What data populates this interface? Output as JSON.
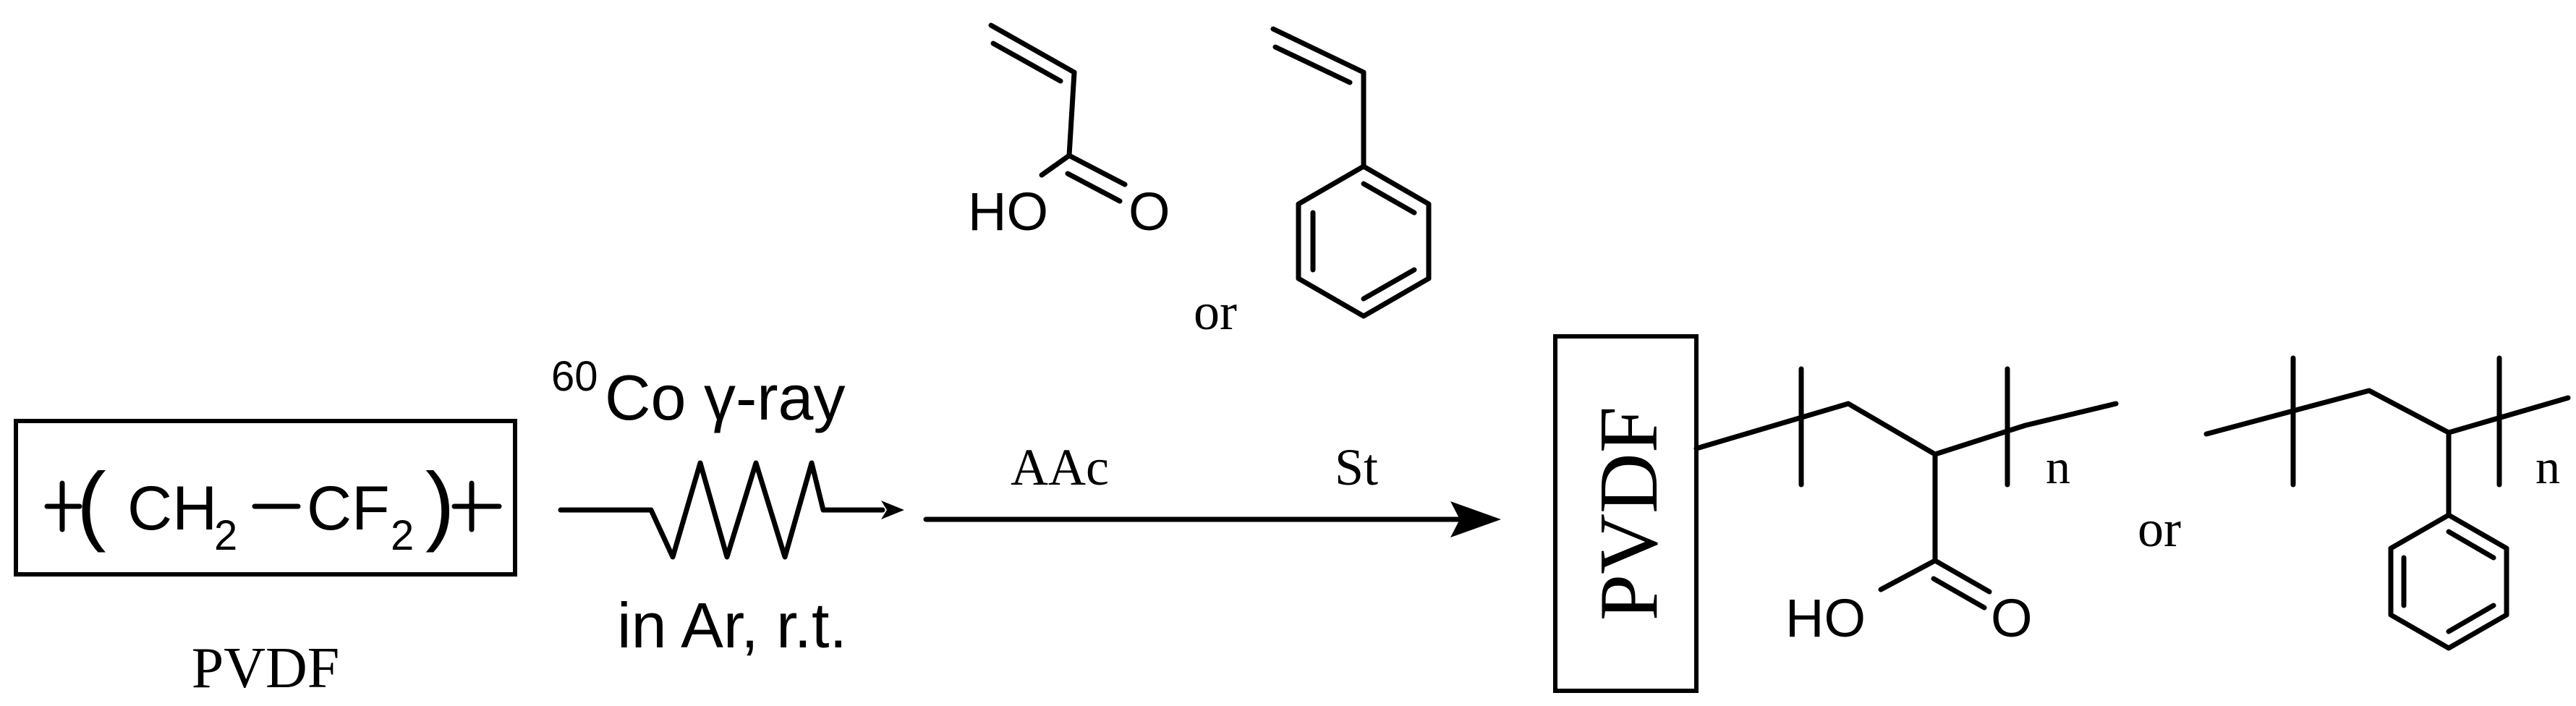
{
  "reactant": {
    "formula": {
      "open_paren": "(",
      "ch2": "CH",
      "sub1": "2",
      "dash": "−",
      "cf2": "CF",
      "sub2": "2",
      "close_paren": ")"
    },
    "label": "PVDF"
  },
  "irradiation": {
    "superscript": "60",
    "source": "Co γ-ray",
    "conditions": "in Ar, r.t."
  },
  "monomers": {
    "acrylic_acid": {
      "oh": "HO",
      "o": "O"
    },
    "or": "or"
  },
  "reaction": {
    "left_label": "AAc",
    "right_label": "St"
  },
  "products": {
    "box_label": "PVDF",
    "paa": {
      "oh": "HO",
      "o": "O",
      "n": "n"
    },
    "or": "or",
    "ps": {
      "n": "n"
    }
  },
  "colors": {
    "ink": "#000000",
    "background": "#ffffff"
  }
}
